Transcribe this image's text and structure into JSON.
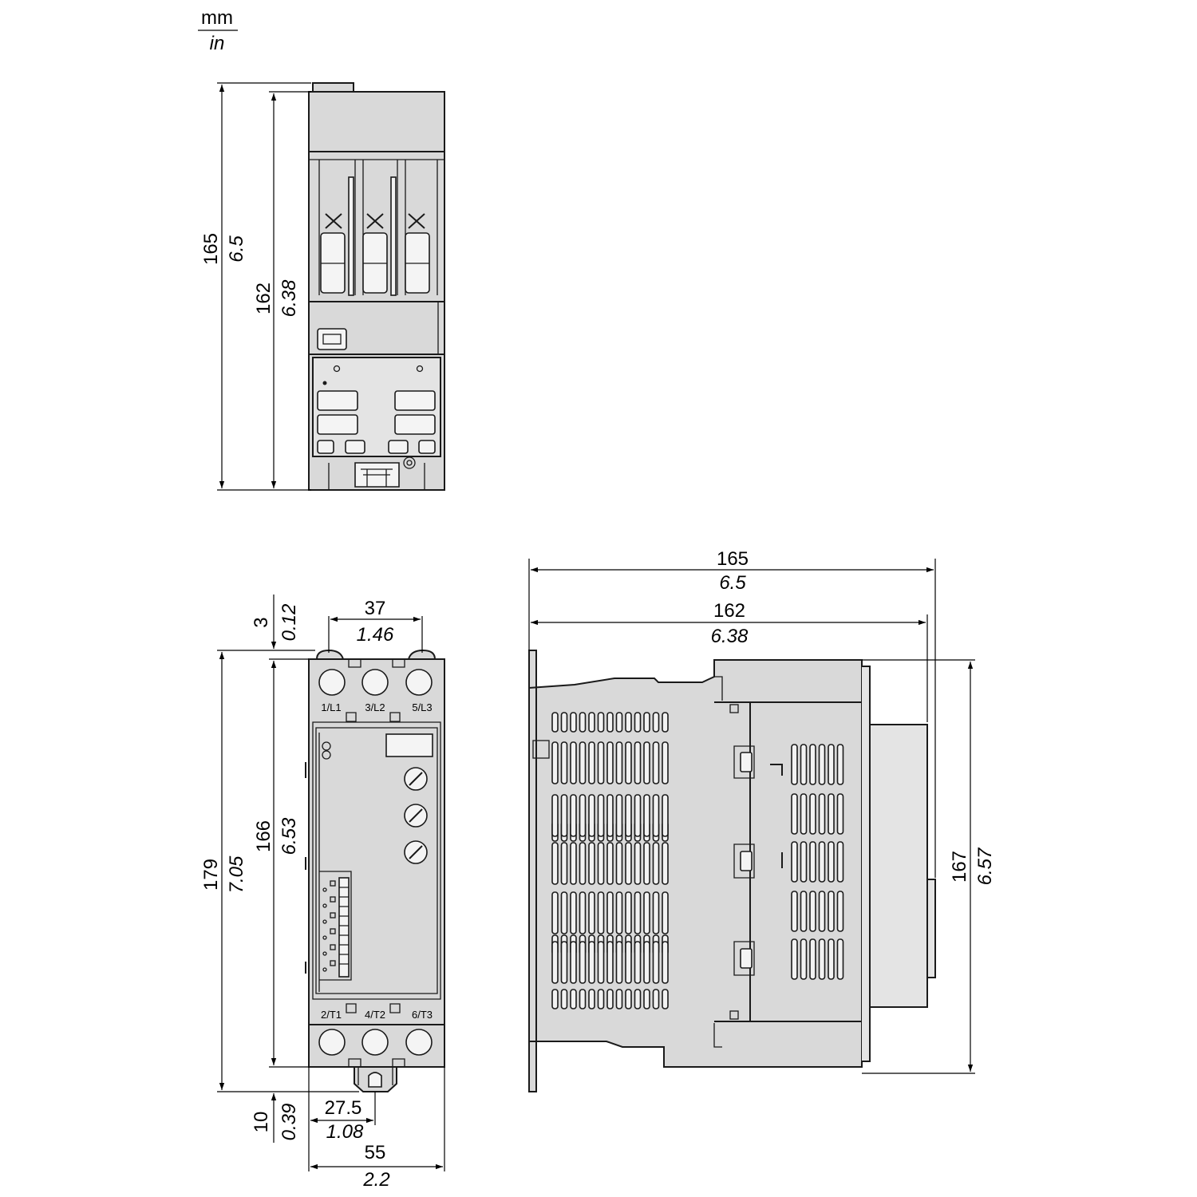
{
  "units": {
    "top": "mm",
    "bottom": "in"
  },
  "top_view": {
    "height_outer": {
      "mm": "165",
      "in": "6.5"
    },
    "height_inner": {
      "mm": "162",
      "in": "6.38"
    }
  },
  "front_view": {
    "top_offset": {
      "mm": "3",
      "in": "0.12"
    },
    "terminal_pitch": {
      "mm": "37",
      "in": "1.46"
    },
    "total_height": {
      "mm": "179",
      "in": "7.05"
    },
    "body_height": {
      "mm": "166",
      "in": "6.53"
    },
    "bottom_offset": {
      "mm": "10",
      "in": "0.39"
    },
    "clip_offset": {
      "mm": "27.5",
      "in": "1.08"
    },
    "width": {
      "mm": "55",
      "in": "2.2"
    },
    "line_terminals": [
      "1/L1",
      "3/L2",
      "5/L3"
    ],
    "load_terminals": [
      "2/T1",
      "4/T2",
      "6/T3"
    ]
  },
  "side_view": {
    "depth_outer": {
      "mm": "165",
      "in": "6.5"
    },
    "depth_inner": {
      "mm": "162",
      "in": "6.38"
    },
    "height": {
      "mm": "167",
      "in": "6.57"
    }
  },
  "icons": [
    "arrow-icon",
    "potentiometer-icon",
    "dip-switch-icon",
    "terminal-screw-icon",
    "din-clip-icon"
  ]
}
